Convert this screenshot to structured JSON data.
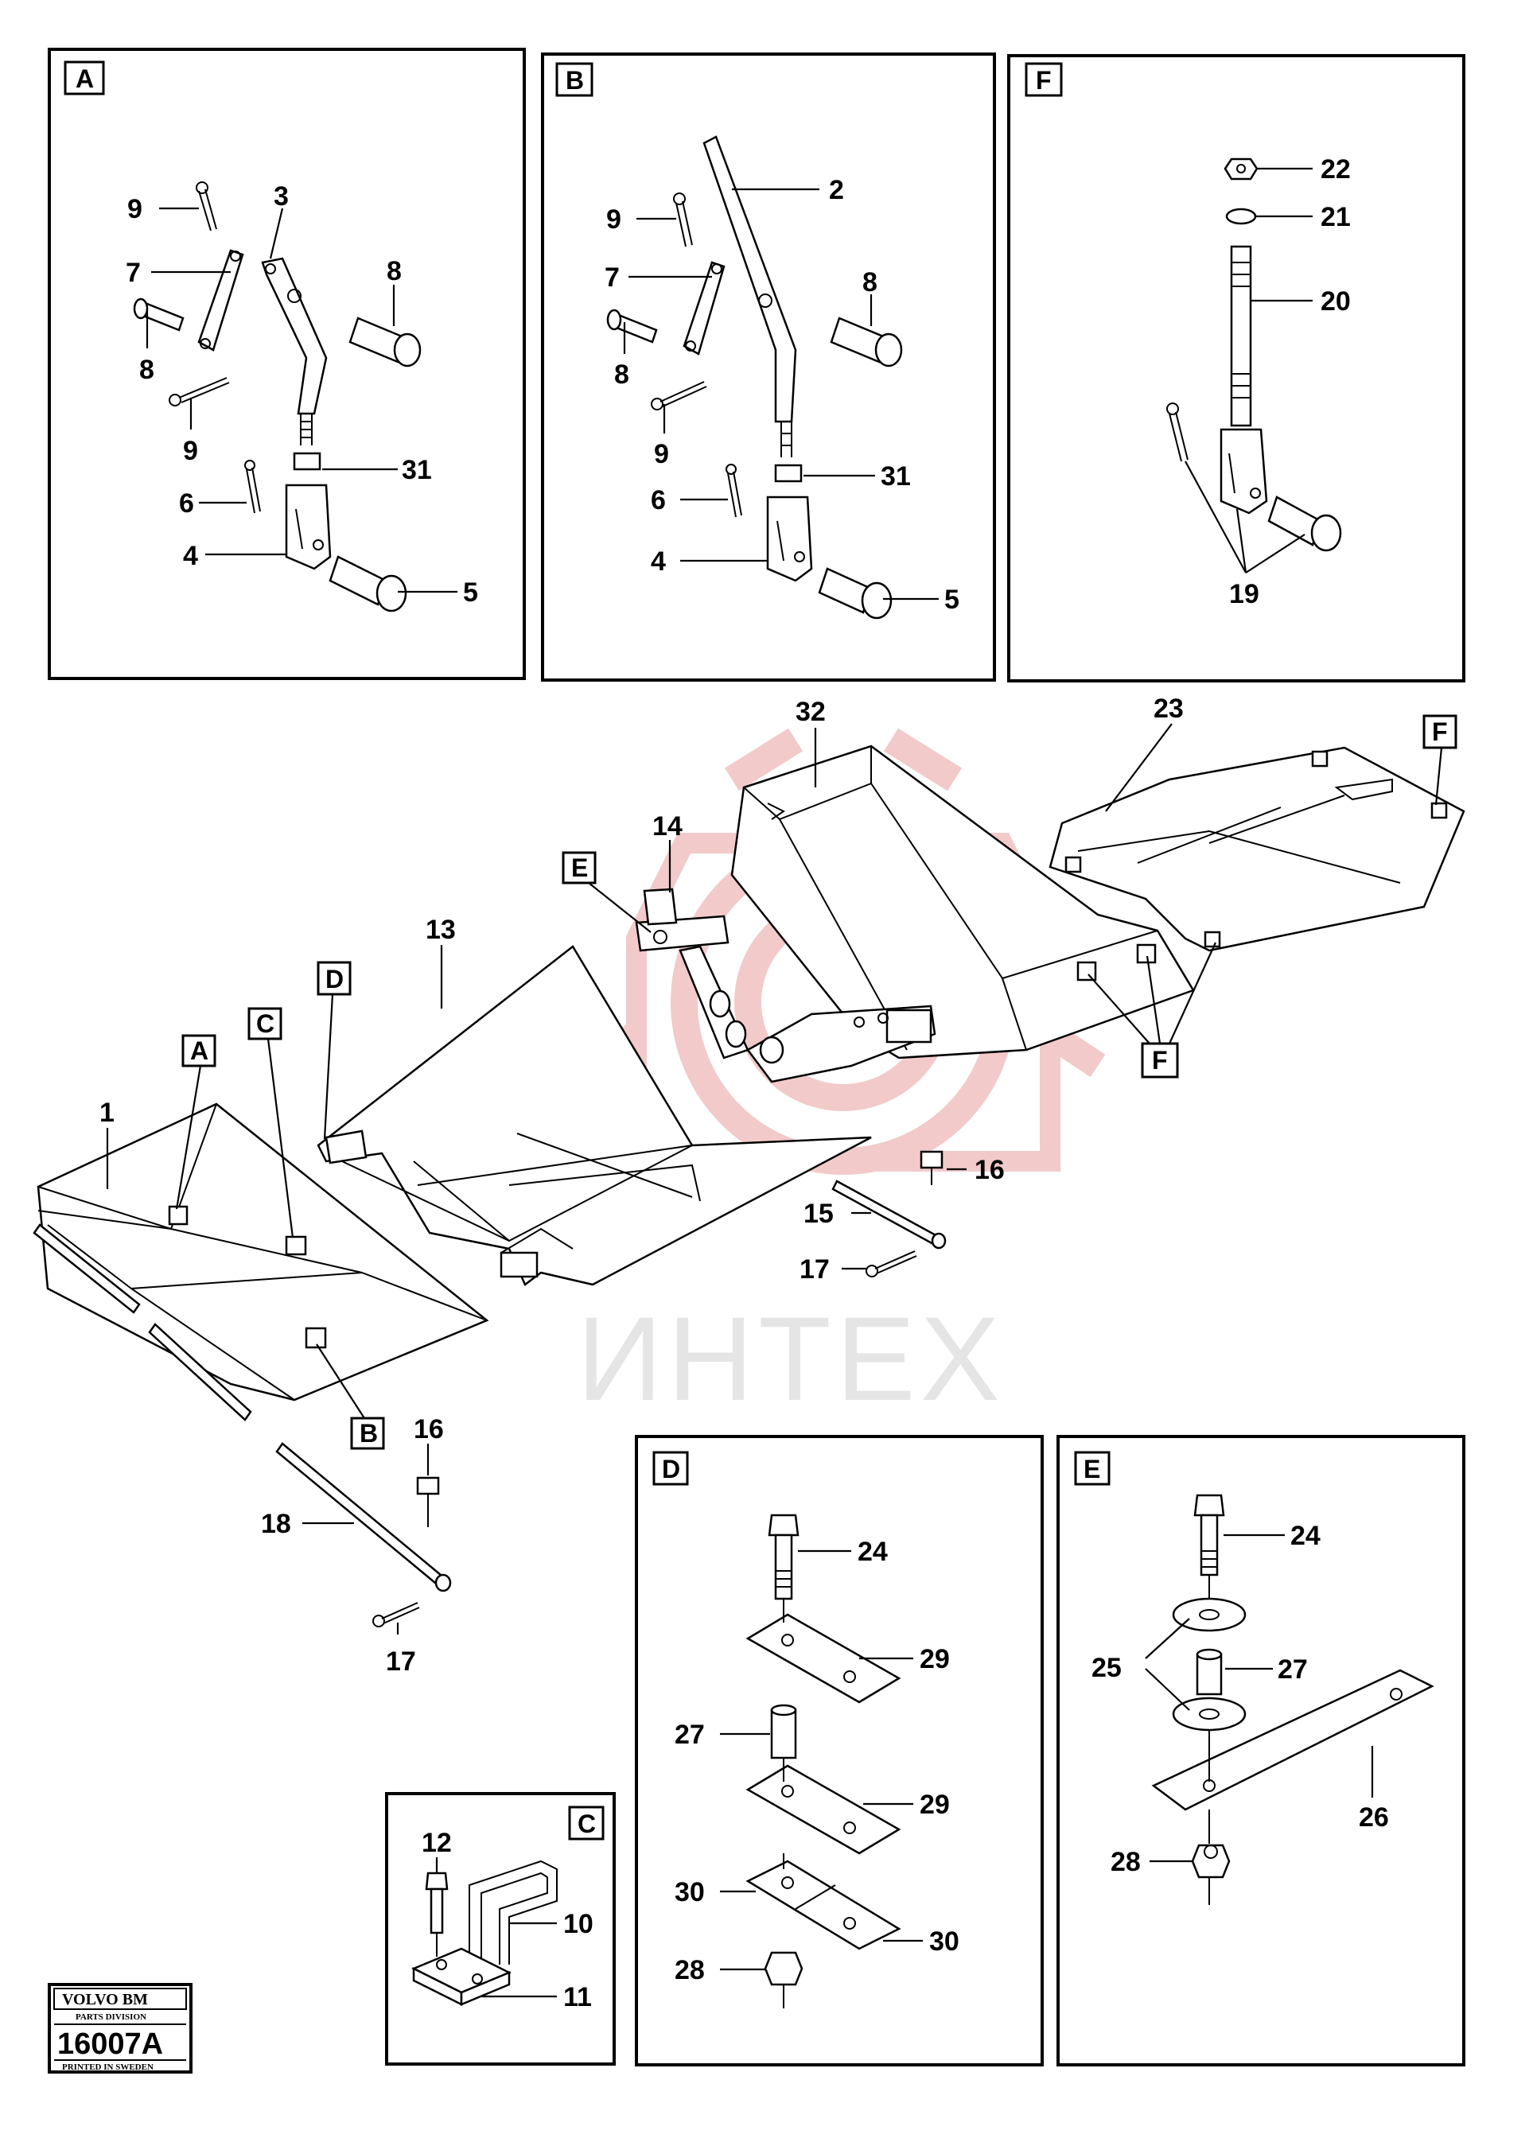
{
  "watermark": {
    "text": "ИНТЕХ",
    "logo_color": "#e8a0a0"
  },
  "stamp": {
    "brand": "VOLVO BM",
    "division": "PARTS DIVISION",
    "number": "16007A",
    "printed": "PRINTED IN SWEDEN"
  },
  "panels": {
    "A": {
      "tag": "A",
      "labels": [
        "9",
        "3",
        "7",
        "8",
        "8",
        "9",
        "31",
        "6",
        "4",
        "5"
      ]
    },
    "B": {
      "tag": "B",
      "labels": [
        "2",
        "9",
        "7",
        "8",
        "8",
        "9",
        "31",
        "6",
        "4",
        "5"
      ]
    },
    "F": {
      "tag": "F",
      "labels": [
        "22",
        "21",
        "20",
        "19"
      ]
    },
    "D": {
      "tag": "D",
      "labels": [
        "24",
        "29",
        "27",
        "29",
        "30",
        "30",
        "28"
      ]
    },
    "E": {
      "tag": "E",
      "labels": [
        "24",
        "25",
        "27",
        "26",
        "28"
      ]
    },
    "C": {
      "tag": "C",
      "labels": [
        "12",
        "10",
        "11"
      ]
    }
  },
  "main": {
    "labels": [
      "32",
      "23",
      "14",
      "13",
      "1",
      "16",
      "15",
      "17",
      "16",
      "18",
      "17"
    ],
    "callouts": [
      "F",
      "E",
      "D",
      "C",
      "A",
      "B",
      "F"
    ]
  }
}
